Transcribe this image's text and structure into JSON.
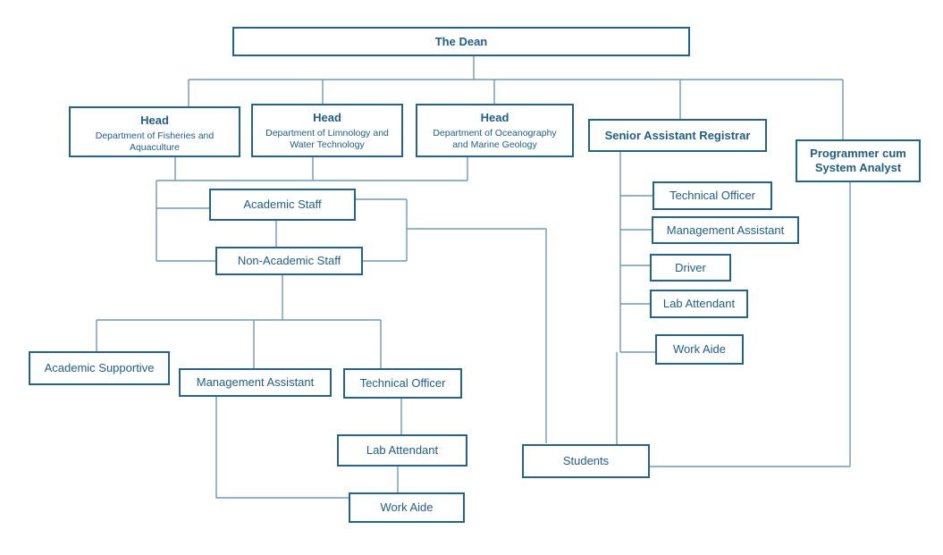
{
  "dean": "The Dean",
  "heads": [
    {
      "title": "Head",
      "line1": "Department of Fisheries and",
      "line2": "Aquaculture"
    },
    {
      "title": "Head",
      "line1": "Department of Limnology and",
      "line2": "Water Technology"
    },
    {
      "title": "Head",
      "line1": "Department of Oceanography",
      "line2": "and Marine Geology"
    }
  ],
  "senior_assistant_registrar": "Senior Assistant Registrar",
  "programmer": {
    "line1": "Programmer cum",
    "line2": "System Analyst"
  },
  "academic_staff": "Academic Staff",
  "non_academic_staff": "Non-Academic Staff",
  "registrar_staff": [
    "Technical Officer",
    "Management Assistant",
    "Driver",
    "Lab Attendant",
    "Work Aide"
  ],
  "non_academic_groups": {
    "academic_supportive": "Academic Supportive",
    "management_assistant": "Management Assistant",
    "technical_officer": "Technical Officer"
  },
  "lab_attendant": "Lab Attendant",
  "work_aide": "Work Aide",
  "students": "Students",
  "colors": {
    "border": "#23648f",
    "text": "#1f5e86",
    "line": "#6f98b6"
  }
}
